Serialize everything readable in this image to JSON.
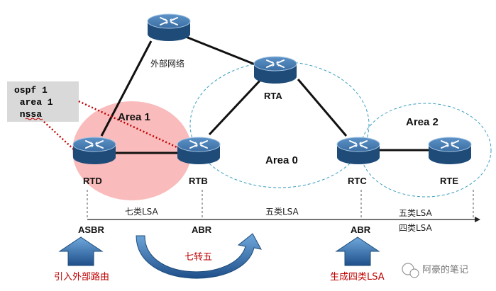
{
  "config": {
    "lines": [
      "ospf 1",
      " area 1",
      " nssa"
    ]
  },
  "routers": {
    "rtd": "RTD",
    "rtb": "RTB",
    "rta": "RTA",
    "rtc": "RTC",
    "rte": "RTE",
    "external": "外部网络"
  },
  "areas": {
    "area0": "Area 0",
    "area1": "Area 1",
    "area2": "Area 2"
  },
  "lsa": {
    "seg1": "七类LSA",
    "seg2": "五类LSA",
    "seg3_line1": "五类LSA",
    "seg3_line2": "四类LSA"
  },
  "roles": {
    "asbr": "ASBR",
    "abr1": "ABR",
    "abr2": "ABR"
  },
  "actions": {
    "import": "引入外部路由",
    "convert": "七转五",
    "generate": "生成四类LSA"
  },
  "watermark": "阿豪的笔记",
  "colors": {
    "router_top": "#4a7eb3",
    "router_side": "#20507f",
    "area_circle": "#3a9fc1",
    "area1_fill": "#f9b7b7",
    "config_bg": "#d9d9d9",
    "red": "#c00000",
    "arrow_blue": "#2e5b9a"
  }
}
